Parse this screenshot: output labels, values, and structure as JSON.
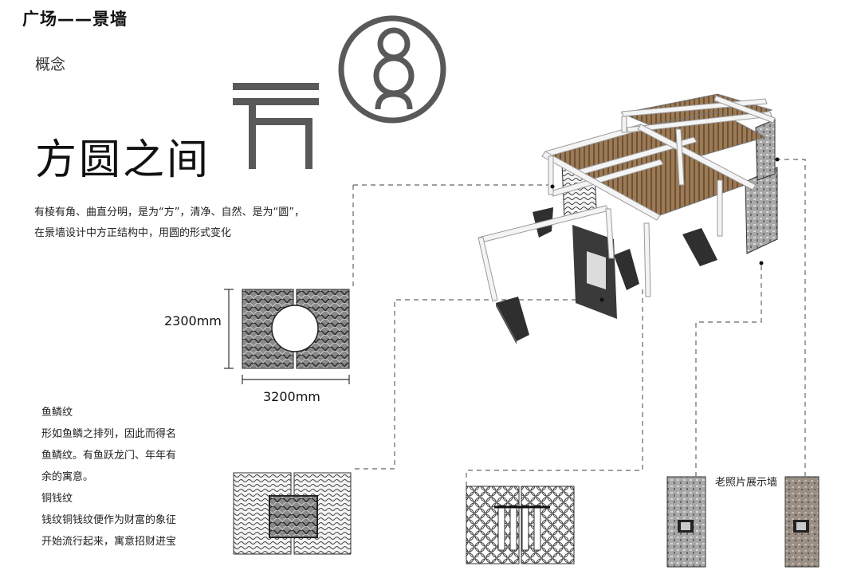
{
  "page": {
    "title": "广场——景墙",
    "concept_label": "概念",
    "headline": "方圆之间",
    "description_lines": [
      "有棱有角、曲直分明，是为“方”，清净、自然、是为“圆”，",
      "在景墙设计中方正结构中，用圆的形式变化"
    ]
  },
  "dimensions": {
    "height": "2300mm",
    "width": "3200mm"
  },
  "patterns": {
    "fish_scale": {
      "title": "鱼鳞纹",
      "lines": [
        "形如鱼鳞之排列，因此而得名",
        "鱼鳞纹。有鱼跃龙门、年年有",
        "余的寓意。"
      ]
    },
    "coin": {
      "title": "铜钱纹",
      "lines": [
        "钱纹铜钱纹便作为财富的象征",
        "开始流行起来，寓意招财进宝"
      ]
    }
  },
  "photo_wall_label": "老照片展示墙",
  "colors": {
    "text": "#222222",
    "logo_gray": "#595959",
    "wood": "#9b7a55",
    "frame": "#f2f2f2",
    "panel_dark": "#3a3a3a",
    "dash": "#666666"
  },
  "icons": [
    "square-fang-icon",
    "circle-yuan-logo-icon"
  ]
}
